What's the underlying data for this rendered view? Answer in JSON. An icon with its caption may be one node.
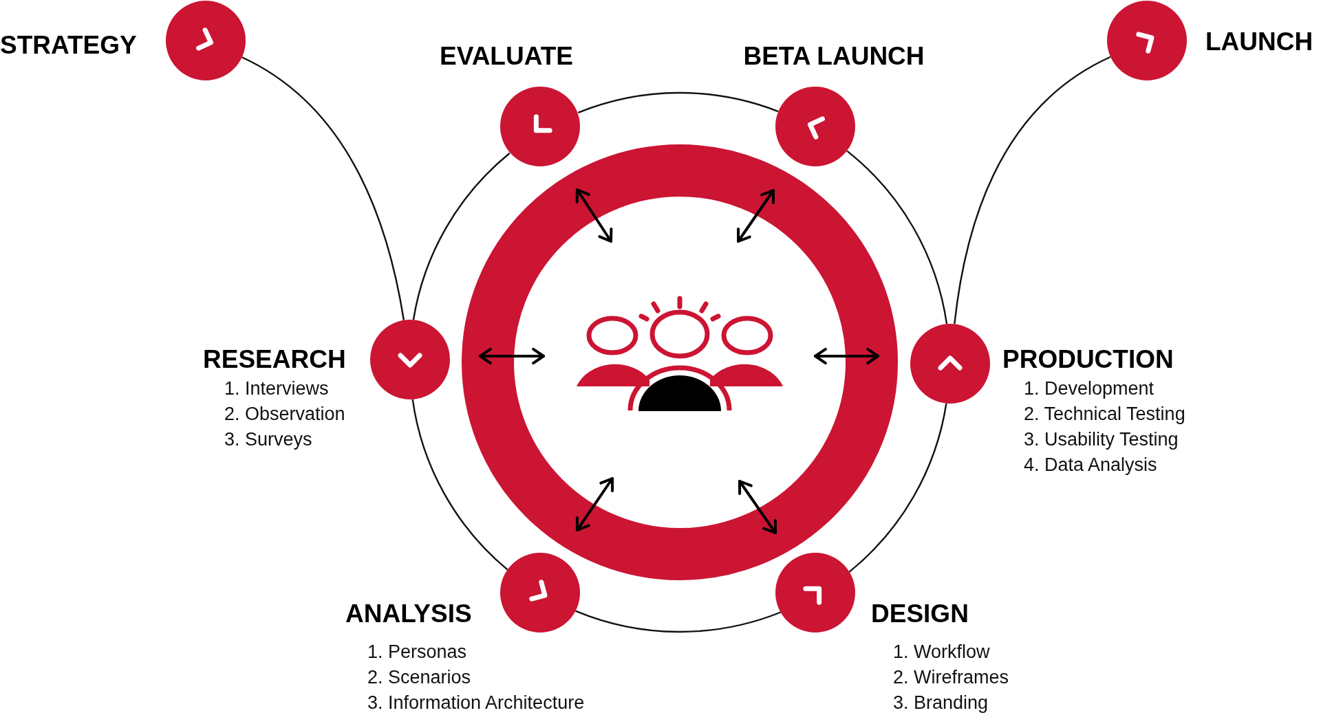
{
  "diagram": {
    "nodes": [
      {
        "text": [
          "STRATEGY"
        ]
      },
      {
        "text": [
          "EVALUATE"
        ]
      },
      {
        "text": [
          "BETA LAUNCH"
        ]
      },
      {
        "text": [
          "LAUNCH"
        ]
      },
      {
        "text": [],
        "shape": "circle"
      },
      {
        "text": [],
        "shape": "picture",
        "in": 4
      },
      {
        "text": [
          "RESEARCH"
        ],
        "beside": [
          "1. Interviews",
          "2. Observation",
          "3. Surveys"
        ]
      },
      {
        "text": [
          "PRODUCTION"
        ],
        "beside": [
          "1. Development",
          "2. Technical Testing",
          "3. Usability Testing",
          "4. Data Analysis"
        ]
      },
      {
        "text": [
          "ANALYSIS"
        ],
        "beside": [
          "1. Personas",
          "2. Scenarios",
          "3. Information Architecture"
        ]
      },
      {
        "text": [
          "DESIGN"
        ],
        "beside": [
          "1. Workflow",
          "2. Wireframes",
          "3. Branding"
        ]
      }
    ],
    "edges": [
      {
        "from": 0,
        "to": 6,
        "arrow": "none"
      },
      {
        "from": 6,
        "to": 8,
        "arrow": "none"
      },
      {
        "from": 8,
        "to": 9,
        "arrow": "none"
      },
      {
        "from": 9,
        "to": 7,
        "arrow": "none"
      },
      {
        "from": 7,
        "to": 2,
        "arrow": "none"
      },
      {
        "from": 2,
        "to": 1,
        "arrow": "none"
      },
      {
        "from": 1,
        "to": 6,
        "arrow": "none"
      },
      {
        "from": 7,
        "to": 3,
        "arrow": "none"
      }
    ]
  }
}
